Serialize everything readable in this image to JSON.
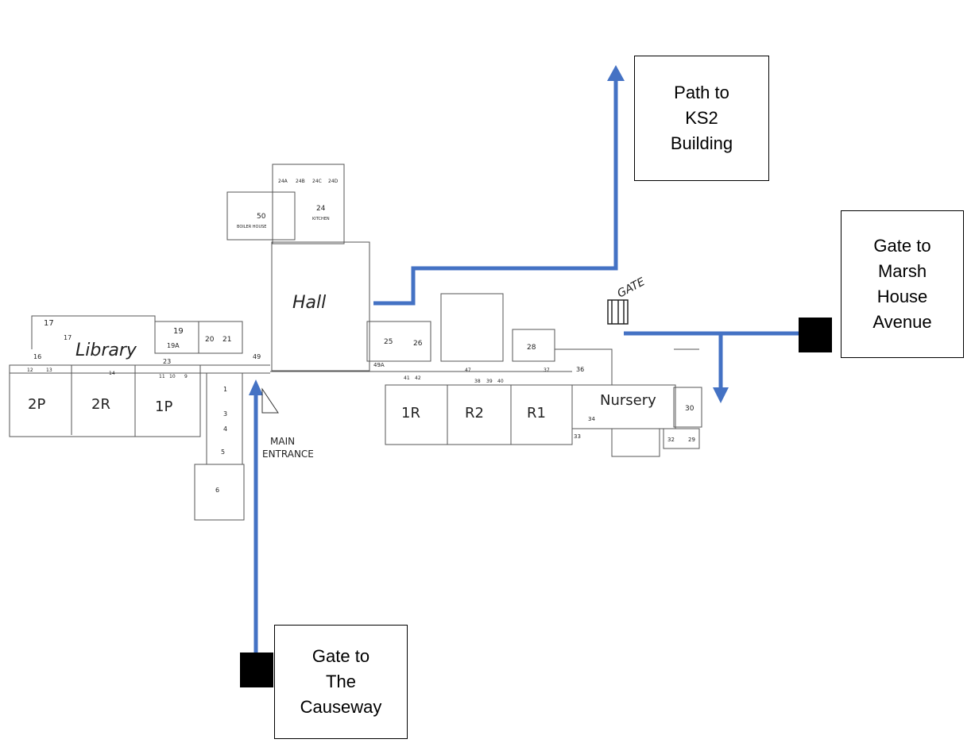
{
  "colors": {
    "route": "#4472c4",
    "ink": "#1a1a1a",
    "marker": "#000000"
  },
  "callouts": {
    "ks2": {
      "line1": "Path to",
      "line2": "KS2",
      "line3": "Building"
    },
    "marsh": {
      "line1": "Gate to",
      "line2": "Marsh",
      "line3": "House",
      "line4": "Avenue"
    },
    "causeway": {
      "line1": "Gate to",
      "line2": "The",
      "line3": "Causeway"
    }
  },
  "rooms": {
    "hall": "Hall",
    "library": "Library",
    "r2p": "2P",
    "r2r": "2R",
    "r1p": "1P",
    "r1r": "1R",
    "r2": "R2",
    "r1": "R1",
    "nursery": "Nursery",
    "n17": "17",
    "n17a": "17",
    "n16": "16",
    "n19": "19",
    "n19a": "19A",
    "n20": "20",
    "n21": "21",
    "n23": "23",
    "n49": "49",
    "n49a": "49A",
    "n25": "25",
    "n26": "26",
    "n28": "28",
    "n36": "36",
    "n30": "30",
    "n32": "32",
    "n29": "29",
    "n34": "34",
    "n33": "33",
    "n50": "50",
    "boiler": "BOILER HOUSE",
    "n24": "24",
    "kitchen": "KITCHEN",
    "n24a": "24A",
    "n24b": "24B",
    "n24c": "24C",
    "n24d": "24D",
    "n1": "1",
    "n3": "3",
    "n4": "4",
    "n5": "5",
    "n6": "6",
    "n47": "47",
    "n37": "37",
    "n12": "12",
    "n13": "13",
    "n14": "14",
    "n38": "38",
    "n39": "39",
    "n40": "40",
    "n41": "41",
    "n42": "42",
    "n11": "11",
    "n10": "10",
    "n9": "9"
  },
  "labels": {
    "main_line1": "MAIN",
    "main_line2": "ENTRANCE",
    "gate": "GATE"
  }
}
